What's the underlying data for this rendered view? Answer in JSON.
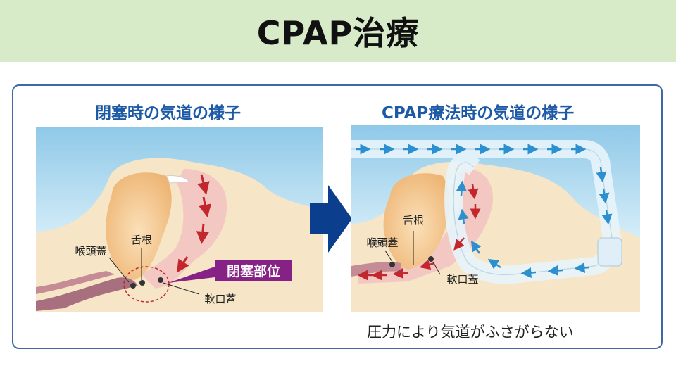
{
  "title": "CPAP治療",
  "left": {
    "caption": "閉塞時の気道の様子",
    "labels": {
      "tongue_root": "舌根",
      "epiglottis": "喉頭蓋",
      "soft_palate": "軟口蓋",
      "obstruction": "閉塞部位"
    }
  },
  "right": {
    "caption": "CPAP療法時の気道の様子",
    "labels": {
      "tongue_root": "舌根",
      "epiglottis": "喉頭蓋",
      "soft_palate": "軟口蓋"
    },
    "note": "圧力により気道がふさがらない"
  },
  "colors": {
    "title_bg": "#d7ebc9",
    "frame": "#3e68a8",
    "caption": "#1d5aa6",
    "sky": "#bfe0f1",
    "skin": "#f6e5c6",
    "airway": "#f3c7c2",
    "tongue": "#f1c58d",
    "red_arrow": "#c2272d",
    "blue_arrow": "#2c8fcf",
    "obstruction_badge": "#862185",
    "main_arrow": "#0b3e8c"
  }
}
